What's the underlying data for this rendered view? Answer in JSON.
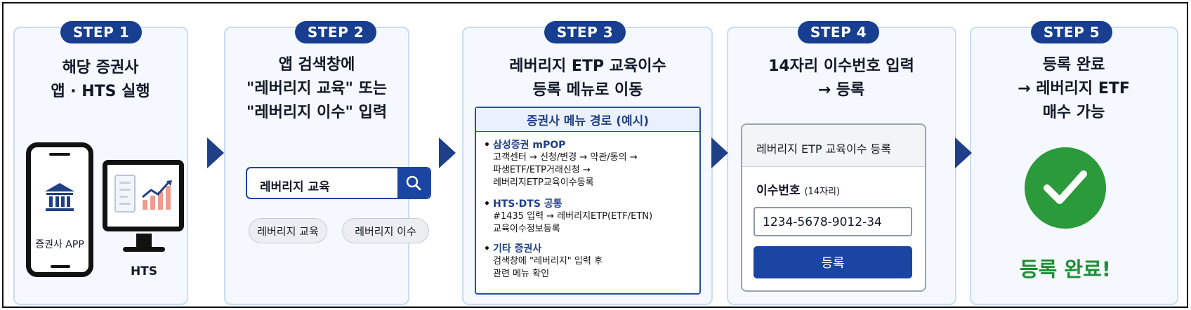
{
  "steps": [
    {
      "badge": "STEP 1",
      "title_lines": [
        "해당 증권사",
        "앱 · HTS 실행"
      ]
    },
    {
      "badge": "STEP 2",
      "title_lines": [
        "앱 검색창에",
        "\"레버리지 교육\" 또는",
        "\"레버리지 이수\" 입력"
      ]
    },
    {
      "badge": "STEP 3",
      "title_lines": [
        "레버리지 ETP 교육이수",
        "등록 메뉴로 이동"
      ]
    },
    {
      "badge": "STEP 4",
      "title_lines": [
        "14자리 이수번호 입력",
        "→ 등록"
      ]
    },
    {
      "badge": "STEP 5",
      "title_lines": [
        "등록 완료",
        "→ 레버리지 ETF",
        "매수 가능"
      ]
    }
  ],
  "step1": {
    "phone_label": "증권사 APP",
    "monitor_label": "HTS",
    "icons": [
      "smartphone-icon",
      "bank-icon",
      "monitor-icon",
      "chart-icon"
    ]
  },
  "step2": {
    "search_value": "레버리지 교육",
    "search_icon": "search-icon",
    "chips": [
      "레버리지 교육",
      "레버리지 이수"
    ]
  },
  "step3": {
    "panel_title": "증권사 메뉴 경로 (예시)",
    "routes": [
      {
        "title": "삼성증권 mPOP",
        "lines": [
          "고객센터 → 신청/변경 → 약관/동의 →",
          "파생ETF/ETP거래신청 →",
          "레버리지ETP교육이수등록"
        ]
      },
      {
        "title": "HTS·DTS 공통",
        "lines": [
          "#1435 입력 → 레버리지ETP(ETF/ETN)",
          "교육이수정보등록"
        ]
      },
      {
        "title": "기타 증권사",
        "lines": [
          "검색창에 \"레버리지\" 입력 후",
          "관련 메뉴 확인"
        ]
      }
    ]
  },
  "step4": {
    "form_title": "레버리지 ETP 교육이수 등록",
    "field_label": "이수번호",
    "field_hint": "(14자리)",
    "field_value": "1234-5678-9012-34",
    "submit_label": "등록"
  },
  "step5": {
    "status_text": "등록 완료!",
    "icon": "check-circle-icon"
  },
  "colors": {
    "navy": "#183e8f",
    "button_blue": "#1b45a3",
    "card_border": "#c9dcf3",
    "card_bg": "#f5f9ff",
    "success_green": "#2a9a3b"
  }
}
